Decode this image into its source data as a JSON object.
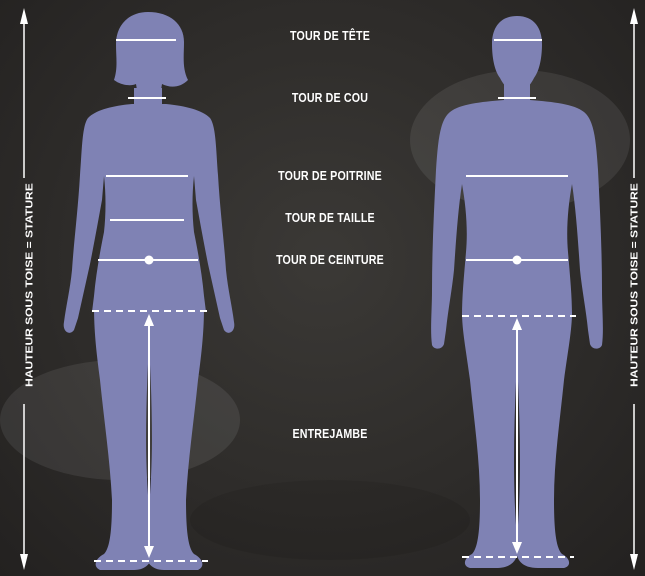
{
  "colors": {
    "background": "#2e2c2a",
    "silhouette": "#7f82b4",
    "line": "#ffffff"
  },
  "labels": {
    "head": "TOUR DE TÊTE",
    "neck": "TOUR DE COU",
    "chest": "TOUR DE POITRINE",
    "waist": "TOUR DE TAILLE",
    "belt": "TOUR DE CEINTURE",
    "inseam": "ENTREJAMBE"
  },
  "height_label": "HAUTEUR SOUS TOISE = STATURE"
}
